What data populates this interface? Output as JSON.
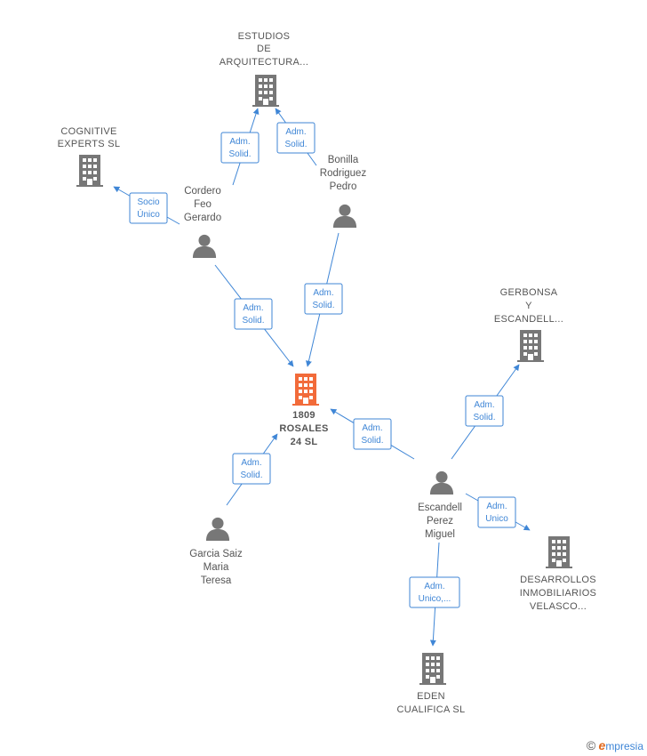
{
  "colors": {
    "edge": "#3f86d6",
    "node": "#777777",
    "main": "#f26b3a"
  },
  "nodes": [
    {
      "id": "estudios",
      "type": "company",
      "lines": [
        "ESTUDIOS",
        "DE",
        "ARQUITECTURA..."
      ],
      "icon": "building-icon"
    },
    {
      "id": "cognitive",
      "type": "company",
      "lines": [
        "COGNITIVE",
        "EXPERTS  SL"
      ],
      "icon": "building-icon"
    },
    {
      "id": "cordero",
      "type": "person",
      "lines": [
        "Cordero",
        "Feo",
        "Gerardo"
      ],
      "icon": "person-icon"
    },
    {
      "id": "bonilla",
      "type": "person",
      "lines": [
        "Bonilla",
        "Rodriguez",
        "Pedro"
      ],
      "icon": "person-icon"
    },
    {
      "id": "gerbonsa",
      "type": "company",
      "lines": [
        "GERBONSA",
        "Y",
        "ESCANDELL..."
      ],
      "icon": "building-icon"
    },
    {
      "id": "rosales",
      "type": "main",
      "lines": [
        "1809",
        "ROSALES",
        "24  SL"
      ],
      "icon": "building-icon"
    },
    {
      "id": "escandell",
      "type": "person",
      "lines": [
        "Escandell",
        "Perez",
        "Miguel"
      ],
      "icon": "person-icon"
    },
    {
      "id": "garcia",
      "type": "person",
      "lines": [
        "Garcia Saiz",
        "Maria",
        "Teresa"
      ],
      "icon": "person-icon"
    },
    {
      "id": "desarrollos",
      "type": "company",
      "lines": [
        "DESARROLLOS",
        "INMOBILIARIOS",
        "VELASCO..."
      ],
      "icon": "building-icon"
    },
    {
      "id": "eden",
      "type": "company",
      "lines": [
        "EDEN",
        "CUALIFICA  SL"
      ],
      "icon": "building-icon"
    }
  ],
  "edges": [
    {
      "id": "cordero-estudios",
      "lines": [
        "Adm.",
        "Solid."
      ]
    },
    {
      "id": "bonilla-estudios",
      "lines": [
        "Adm.",
        "Solid."
      ]
    },
    {
      "id": "cordero-cognitive",
      "lines": [
        "Socio",
        "Único"
      ]
    },
    {
      "id": "cordero-rosales",
      "lines": [
        "Adm.",
        "Solid."
      ]
    },
    {
      "id": "bonilla-rosales",
      "lines": [
        "Adm.",
        "Solid."
      ]
    },
    {
      "id": "escandell-rosales",
      "lines": [
        "Adm.",
        "Solid."
      ]
    },
    {
      "id": "garcia-rosales",
      "lines": [
        "Adm.",
        "Solid."
      ]
    },
    {
      "id": "escandell-gerbonsa",
      "lines": [
        "Adm.",
        "Solid."
      ]
    },
    {
      "id": "escandell-desarrollos",
      "lines": [
        "Adm.",
        "Unico"
      ]
    },
    {
      "id": "escandell-eden",
      "lines": [
        "Adm.",
        "Unico,..."
      ]
    }
  ],
  "footer": {
    "copyright": "©",
    "brand_initial": "e",
    "brand_rest": "mpresia"
  }
}
